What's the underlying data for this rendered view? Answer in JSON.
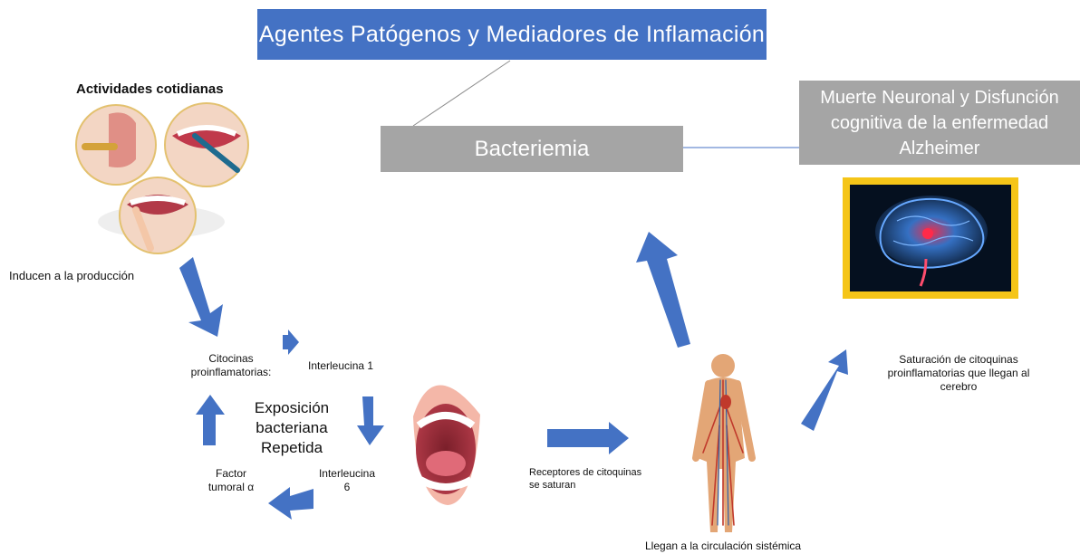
{
  "title": "Agentes Patógenos y Mediadores de Inflamación",
  "bacteriemia": "Bacteriemia",
  "alzheimer": {
    "line1": "Muerte Neuronal y Disfunción",
    "line2": "cognitiva de la enfermedad",
    "line3": "Alzheimer"
  },
  "activities": {
    "heading": "Actividades cotidianas",
    "induce": "Inducen a la producción"
  },
  "cycle": {
    "citocinas_1": "Citocinas",
    "citocinas_2": "proinflamatorias:",
    "il1": "Interleucina 1",
    "il6_1": "Interleucina",
    "il6_2": "6",
    "tnf_1": "Factor",
    "tnf_2": "tumoral α",
    "center_1": "Exposición",
    "center_2": "bacteriana",
    "center_3": "Repetida"
  },
  "receptors": {
    "line1": "Receptores de citoquinas",
    "line2": "se saturan"
  },
  "circulation": "Llegan a la circulación sistémica",
  "saturation": {
    "line1": "Saturación de citoquinas",
    "line2": "proinflamatorias que llegan al",
    "line3": "cerebro"
  },
  "colors": {
    "arrow": "#4472c4",
    "title_bg": "#4472c4",
    "gray_box": "#a5a5a5",
    "brain_frame": "#f5c518",
    "connector": "#7f7f7f"
  }
}
